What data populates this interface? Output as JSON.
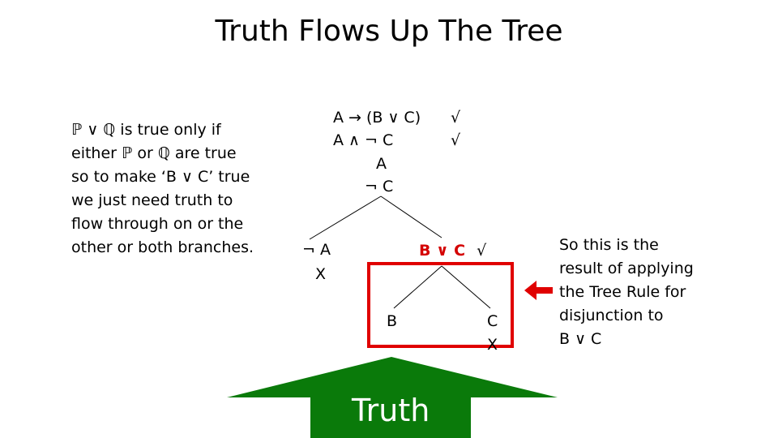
{
  "title": "Truth Flows Up The Tree",
  "left_note": {
    "lines": [
      "ℙ ∨ ℚ is true only if",
      "either ℙ or ℚ are true",
      "so to make ‘B  ∨ C’ true",
      "we just need truth to",
      "flow through on or the",
      "other or both branches."
    ]
  },
  "tree": {
    "root": {
      "lines": [
        "A → (B ∨ C)",
        "A ∧ ¬ C",
        "A",
        "¬ C"
      ],
      "checks": [
        "√",
        "√"
      ]
    },
    "left_branch": {
      "formula": "¬ A",
      "closed": "X"
    },
    "right_branch": {
      "formula": "B ∨ C",
      "check": "√"
    },
    "leaf_b": {
      "formula": "B"
    },
    "leaf_c": {
      "formula": "C",
      "closed": "X"
    }
  },
  "arrow_label": "Truth",
  "right_note": {
    "lines": [
      "So this is the",
      "result of applying",
      "the Tree Rule for",
      "disjunction to",
      "B ∨ C"
    ]
  },
  "colors": {
    "highlight_box": "#e00000",
    "pointer_arrow": "#e00000",
    "truth_arrow": "#0a7a0a",
    "red_text": "#d40000"
  }
}
